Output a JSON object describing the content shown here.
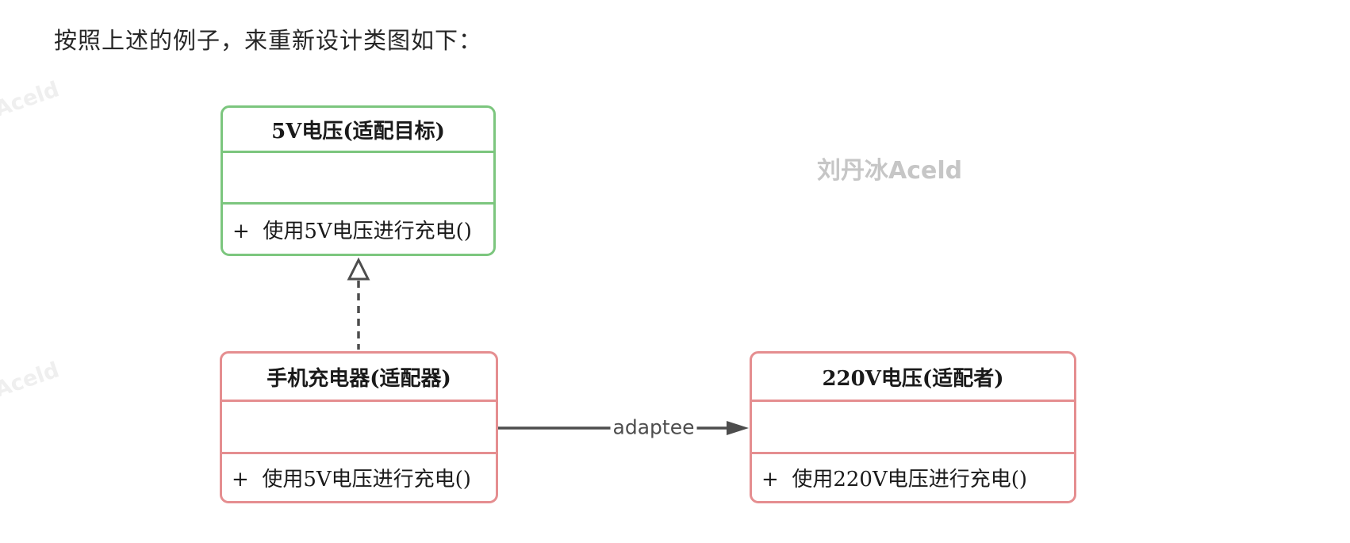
{
  "header": {
    "title": "按照上述的例子，来重新设计类图如下："
  },
  "watermarks": {
    "main": "刘丹冰Aceld",
    "corner_top": "Aceld",
    "corner_bottom": "Aceld"
  },
  "diagram": {
    "type": "uml-class-diagram",
    "pattern": "adapter",
    "classes": [
      {
        "role": "target",
        "title": "5V电压(适配目标)",
        "attributes": "",
        "method": "+  使用5V电压进行充电()",
        "border_color": "#7cc67e"
      },
      {
        "role": "adapter",
        "title": "手机充电器(适配器)",
        "attributes": "",
        "method": "+  使用5V电压进行充电()",
        "border_color": "#e58e90"
      },
      {
        "role": "adaptee",
        "title": "220V电压(适配者)",
        "attributes": "",
        "method": "+  使用220V电压进行充电()",
        "border_color": "#e58e90"
      }
    ],
    "connectors": {
      "realization": {
        "type": "dashed-line-hollow-triangle",
        "from": "手机充电器(适配器)",
        "to": "5V电压(适配目标)"
      },
      "association": {
        "type": "solid-line-filled-arrow",
        "label": "adaptee",
        "from": "手机充电器(适配器)",
        "to": "220V电压(适配者)"
      }
    },
    "colors": {
      "target_border": "#7cc67e",
      "adapter_border": "#e58e90",
      "line": "#4d4d4d",
      "text": "#1a1a1a",
      "watermark_main": "#c6c6c6",
      "watermark_faint": "#efefef"
    }
  }
}
